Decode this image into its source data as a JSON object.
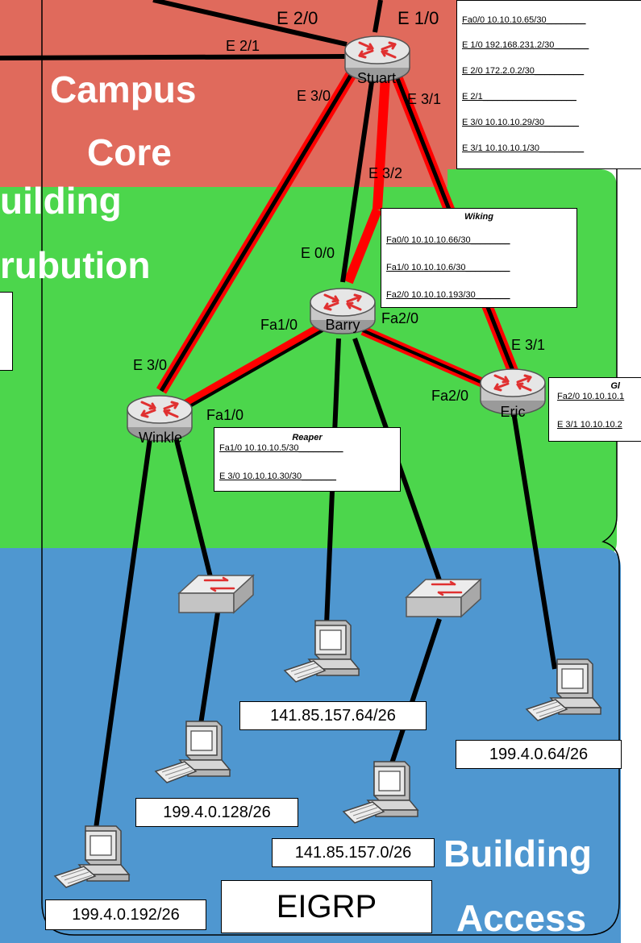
{
  "colors": {
    "core_zone": "#e06a5c",
    "distribution_zone": "#4cd64c",
    "access_zone": "#4f97d0",
    "redundant_link": "#ff0000",
    "link": "#000000",
    "router_body": "#d9d9d9",
    "router_arrows": "#e03030"
  },
  "zones": {
    "core_title_1": "Campus",
    "core_title_2": "Core",
    "distribution_title_1": "uilding",
    "distribution_title_2": "rubution",
    "access_title_1": "Building",
    "access_title_2": "Access"
  },
  "routers": {
    "stuart": "Stuart",
    "barry": "Barry",
    "winkle": "Winkle",
    "eric": "Eric"
  },
  "interfaces": {
    "stuart_e20": "E 2/0",
    "stuart_e10": "E 1/0",
    "stuart_e21": "E 2/1",
    "stuart_e30": "E 3/0",
    "stuart_e31": "E 3/1",
    "stuart_e32": "E 3/2",
    "barry_e00": "E 0/0",
    "barry_fa10": "Fa1/0",
    "barry_fa20": "Fa2/0",
    "winkle_e30": "E 3/0",
    "winkle_fa10": "Fa1/0",
    "eric_e31": "E 3/1",
    "eric_fa20": "Fa2/0"
  },
  "config_boxes": {
    "stuart": {
      "title": "",
      "lines": [
        "Fa0/0 10.10.10.65/30________",
        "E 1/0 192.168.231.2/30_______",
        "E 2/0 172.2.0.2/30__________",
        "E 2/1___________________",
        "E 3/0 10.10.10.29/30_______",
        "E 3/1 10.10.10.1/30_________"
      ]
    },
    "wiking": {
      "title": "Wiking",
      "lines": [
        "Fa0/0 10.10.10.66/30________",
        "Fa1/0 10.10.10.6/30_________",
        "Fa2/0 10.10.10.193/30_______"
      ]
    },
    "reaper": {
      "title": "Reaper",
      "lines": [
        "Fa1/0 10.10.10.5/30_________",
        "E 3/0 10.10.10.30/30_______"
      ]
    },
    "eric": {
      "title": "Gl",
      "lines": [
        "Fa2/0 10.10.10.1",
        "E 3/1 10.10.10.2"
      ]
    }
  },
  "subnets": {
    "s1": "141.85.157.64/26",
    "s2": "199.4.0.64/26",
    "s3": "199.4.0.128/26",
    "s4": "141.85.157.0/26",
    "s5": "199.4.0.192/26"
  },
  "protocol": "EIGRP"
}
